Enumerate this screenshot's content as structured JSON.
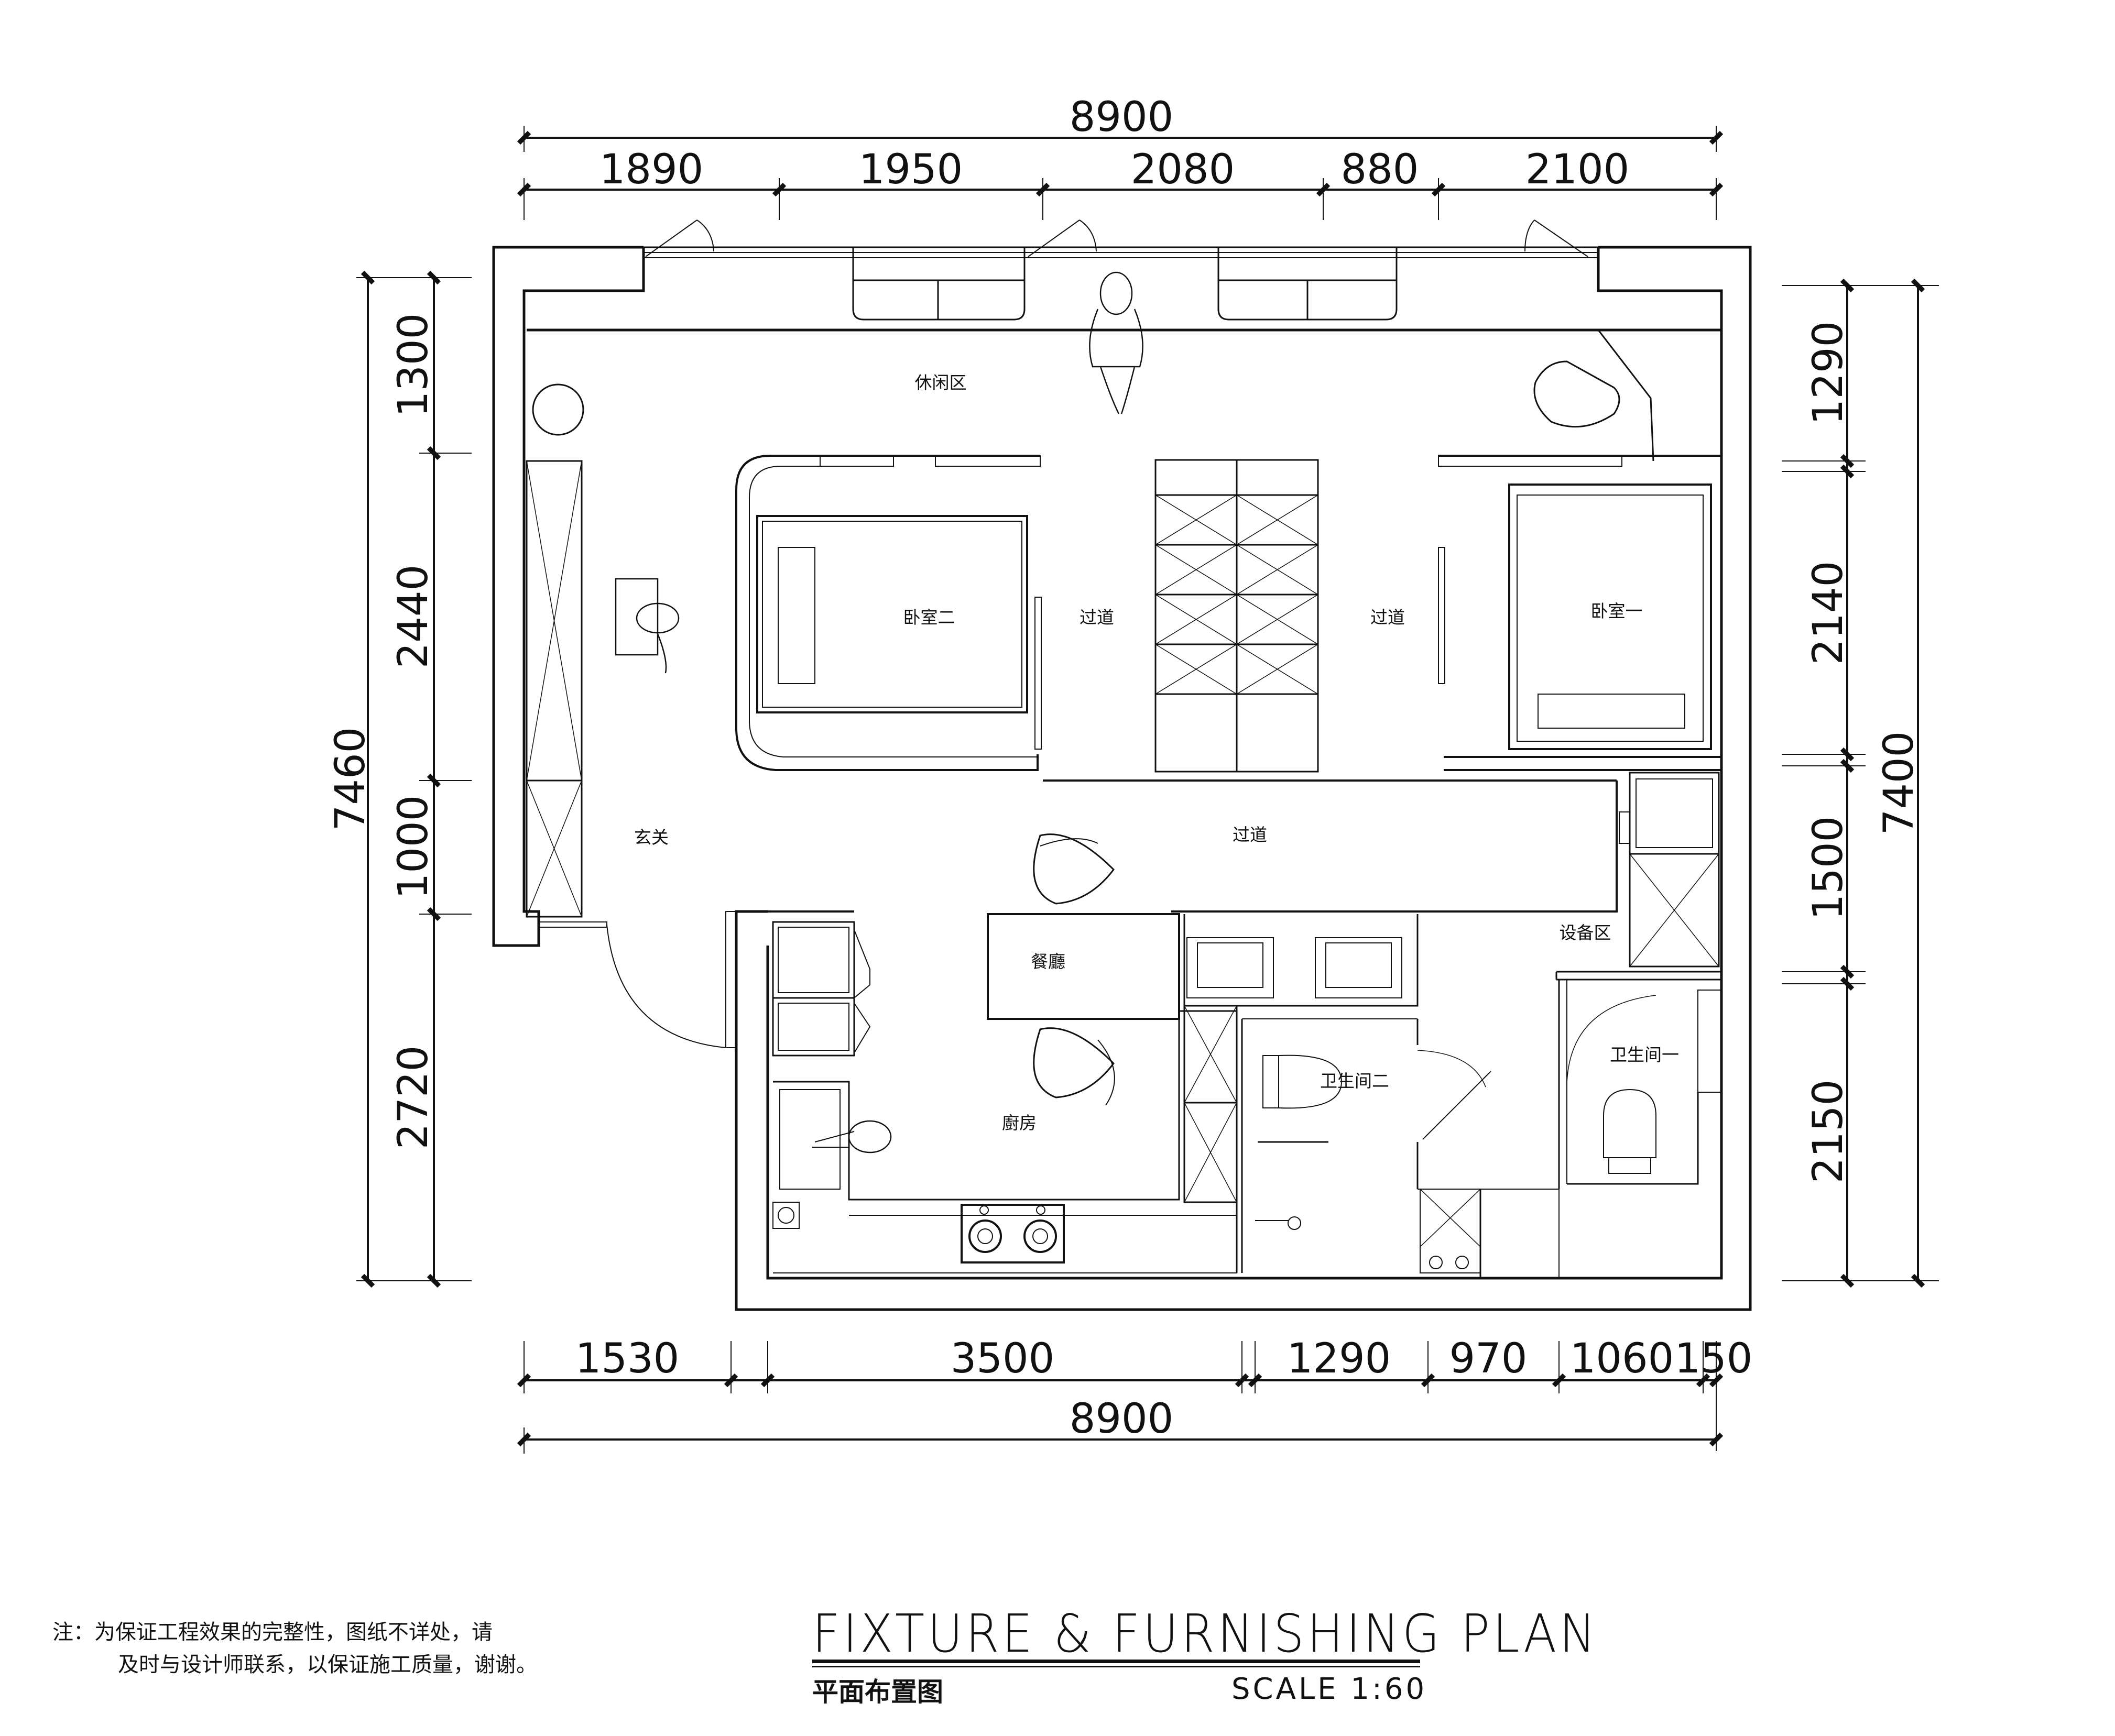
{
  "drawing": {
    "title_en": "FIXTURE & FURNISHING PLAN",
    "title_cn": "平面布置图",
    "scale": "SCALE 1:60"
  },
  "note": {
    "line1": "注：为保证工程效果的完整性，图纸不详处，请",
    "line2": "及时与设计师联系，以保证施工质量，谢谢。"
  },
  "dimensions": {
    "top_total": "8900",
    "top_segments": [
      "1890",
      "1950",
      "2080",
      "880",
      "2100"
    ],
    "bottom_total": "8900",
    "bottom_segments": [
      "1530",
      "3500",
      "1290",
      "970",
      "1060",
      "150"
    ],
    "left_total": "7460",
    "left_segments": [
      "1300",
      "2440",
      "1000",
      "2720"
    ],
    "right_total": "7400",
    "right_segments": [
      "1290",
      "2140",
      "1500",
      "2150"
    ]
  },
  "rooms": {
    "leisure": "休闲区",
    "bedroom2": "卧室二",
    "corridor_a": "过道",
    "corridor_b": "过道",
    "bedroom1": "卧室一",
    "entry": "玄关",
    "corridor_c": "过道",
    "equipment": "设备区",
    "dining": "餐廳",
    "kitchen": "廚房",
    "bath2": "卫生间二",
    "bath1": "卫生间一"
  }
}
